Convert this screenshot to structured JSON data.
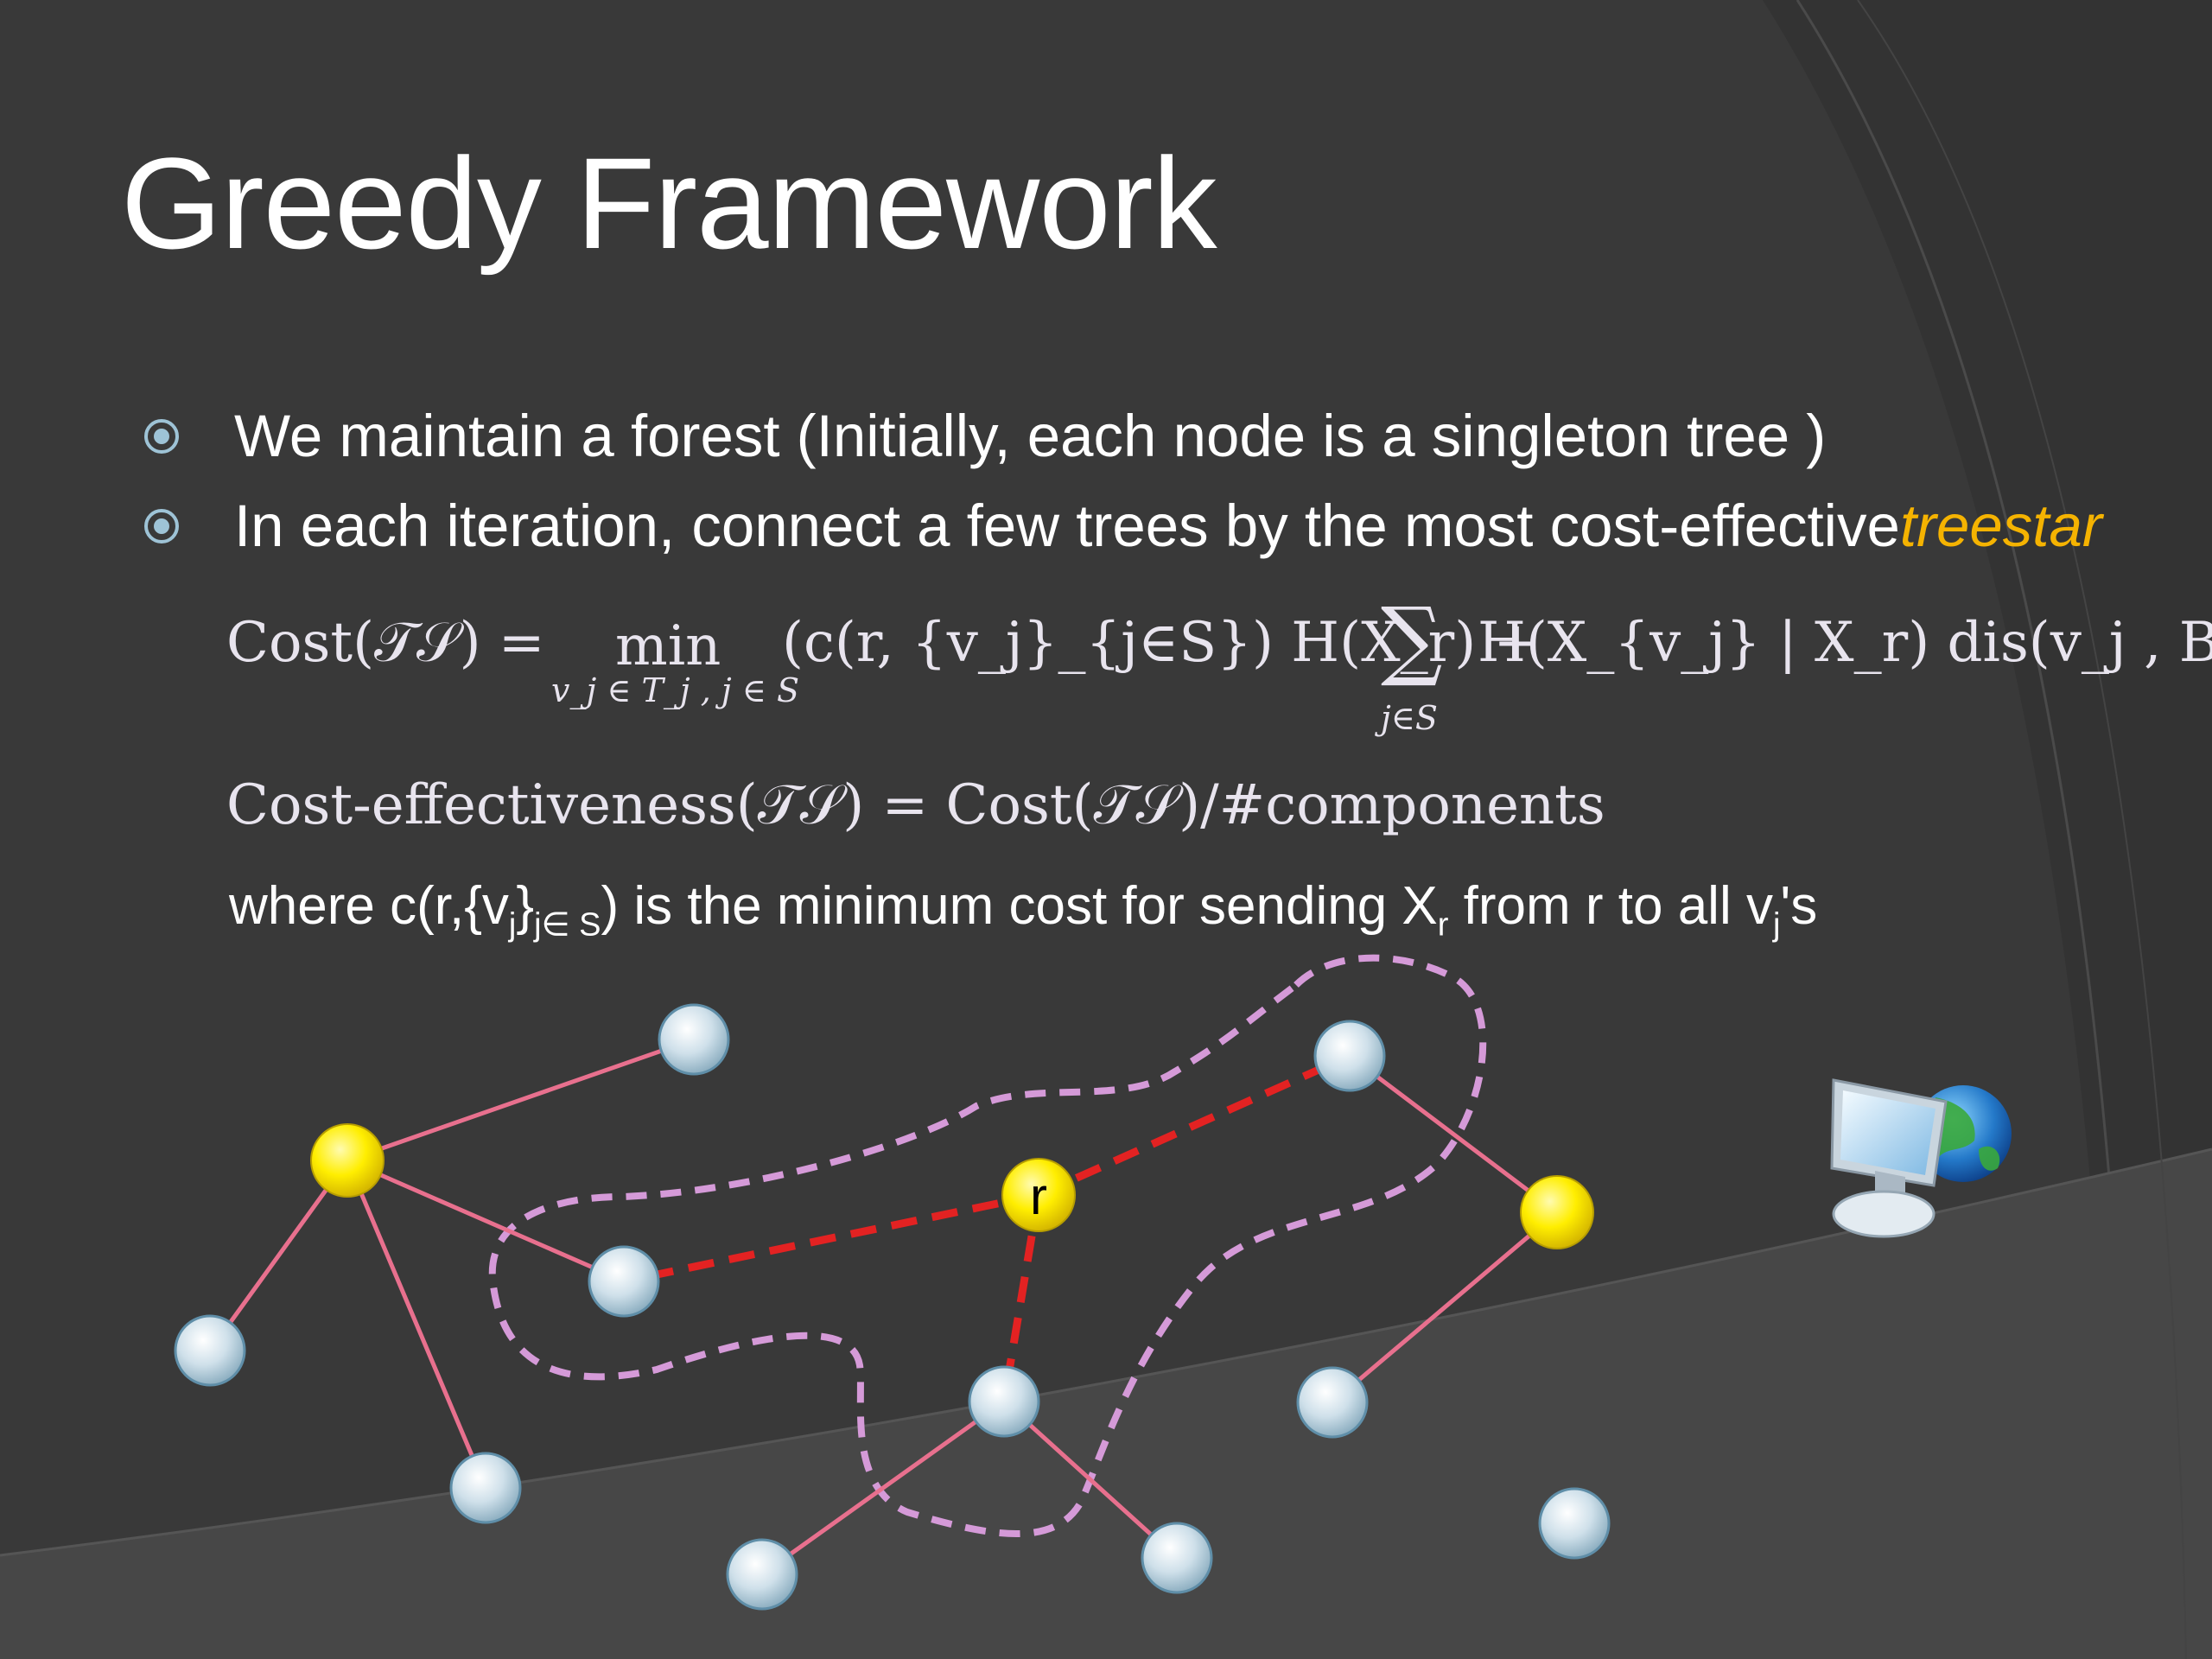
{
  "title": "Greedy Framework",
  "bullets": [
    {
      "text": "We maintain a forest (Initially, each node is a singleton tree )"
    },
    {
      "text_before": "In each iteration, connect a few trees by the most cost-effective ",
      "emphasis": "treestar"
    }
  ],
  "formula1": {
    "lhs": "Cost(𝒯𝒮) =",
    "min": "min",
    "min_sub": "v_j ∈ T_j , j ∈ S",
    "body1": "(c(r, {v_j}_{j∈S}) H(X_r) +",
    "sum": "∑",
    "sum_sub": "j∈S",
    "body2": "H(X_{v_j} | X_r) dis(v_j , BS))"
  },
  "formula2": "Cost-effectiveness(𝒯𝒮) = Cost(𝒯𝒮)/#components",
  "note": {
    "p1": "where c(r,{v",
    "s1": "j",
    "p2": "}",
    "s2": "j∈ S",
    "p3": ") is the minimum cost for sending X",
    "s3": "r",
    "p4": " from r to all v",
    "s4": "j",
    "p5": "'s"
  },
  "diagram": {
    "root_label": "r"
  },
  "colors": {
    "accent": "#f5b301",
    "edge": "#e8708e",
    "dashed_edge": "#e32222",
    "outline": "#d59ad8",
    "yellow_node": "#ffee00",
    "blue_node": "#cfe2ec"
  }
}
